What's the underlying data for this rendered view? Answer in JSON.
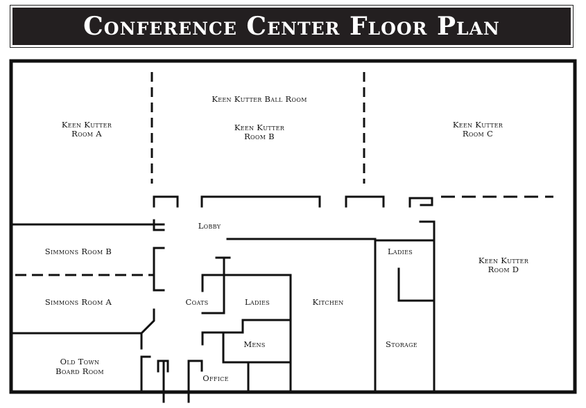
{
  "title": "Conference Center Floor Plan",
  "rooms": {
    "ballroom": "Keen Kutter Ball Room",
    "room_a": [
      "Keen Kutter",
      "Room A"
    ],
    "room_b": [
      "Keen Kutter",
      "Room B"
    ],
    "room_c": [
      "Keen Kutter",
      "Room C"
    ],
    "room_d": [
      "Keen Kutter",
      "Room D"
    ],
    "lobby": "Lobby",
    "simmons_b": "Simmons Room B",
    "simmons_a": "Simmons Room A",
    "coats": "Coats",
    "ladies_lower": "Ladies",
    "kitchen": "Kitchen",
    "ladies_upper": "Ladies",
    "mens": "Mens",
    "storage": "Storage",
    "office": "Office",
    "old_town": [
      "Old Town",
      "Board Room"
    ]
  }
}
